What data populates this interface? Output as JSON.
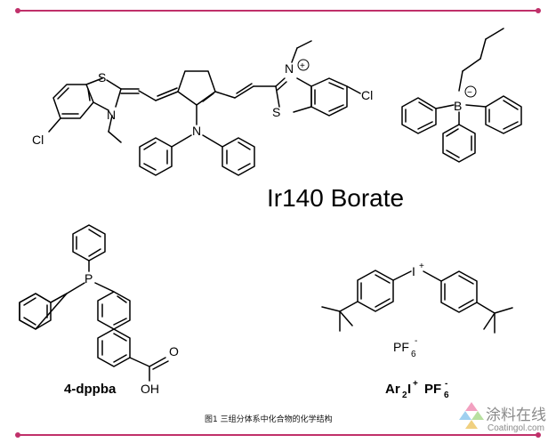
{
  "diagram": {
    "title_ir140": "Ir140 Borate",
    "label_dppba": "4-dppba",
    "label_iodonium": {
      "ar": "Ar",
      "sub2": "2",
      "i": "I",
      "plus": "+",
      "pf": "PF",
      "sub6": "6",
      "minus": "-"
    },
    "caption": "图1 三组分体系中化合物的化学结构",
    "atoms": {
      "s": "S",
      "n": "N",
      "cl": "Cl",
      "b": "B",
      "p": "P",
      "oh": "OH",
      "o": "O",
      "i": "I",
      "plus": "+",
      "minus": "−",
      "pf": "PF",
      "six": "6",
      "dash": "-"
    },
    "watermark": {
      "cn": "涂料在线",
      "en": "Coatingol.com"
    },
    "colors": {
      "frame": "#c0306a",
      "accent": "#e05a8a"
    }
  }
}
